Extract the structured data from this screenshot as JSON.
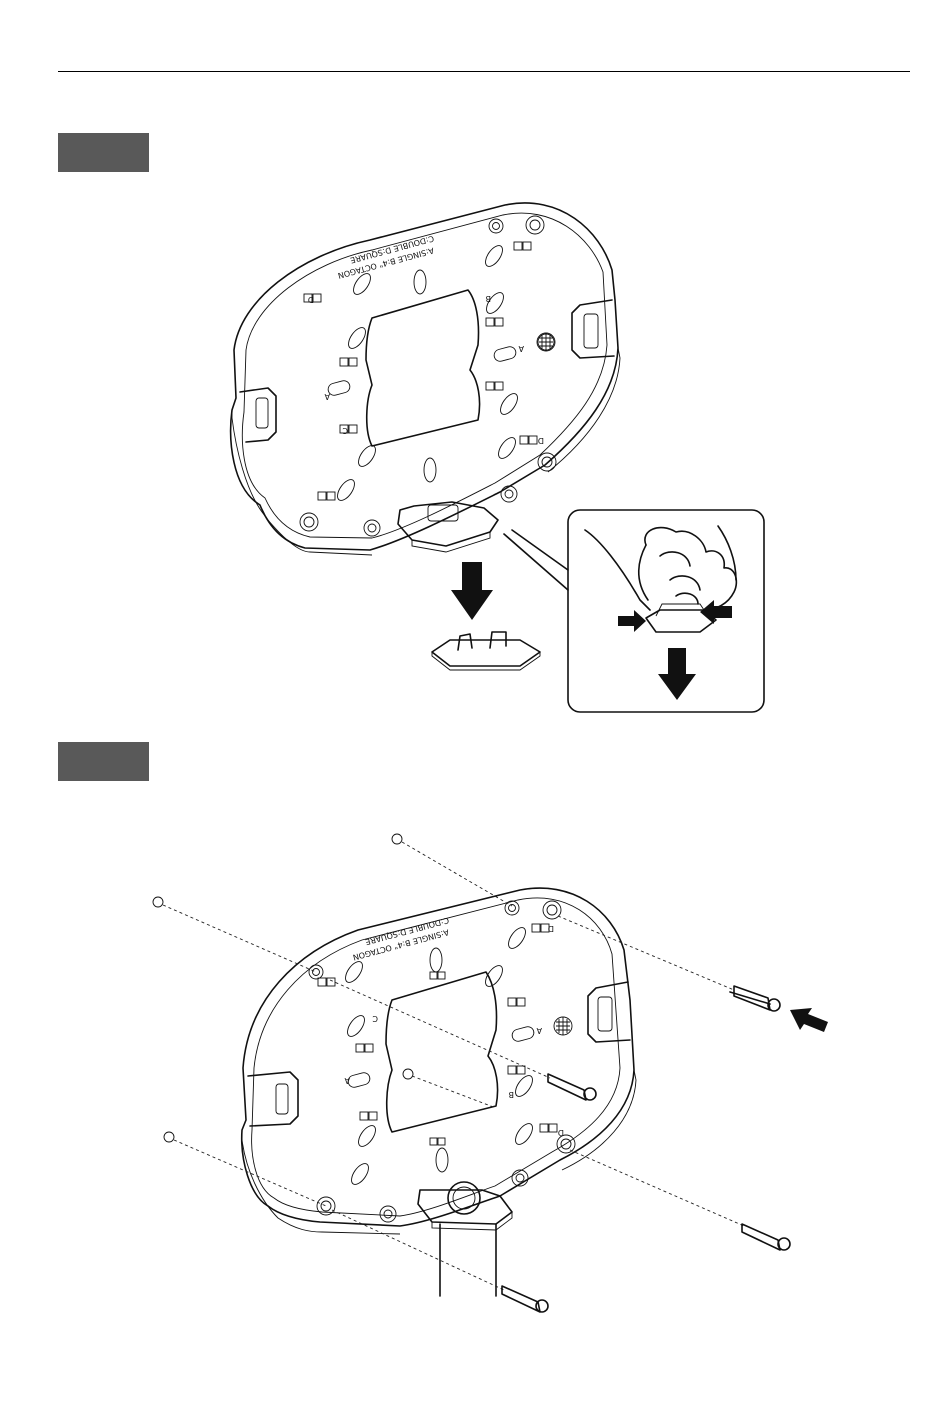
{
  "steps": [
    {
      "tab_color": "#595959"
    },
    {
      "tab_color": "#595959"
    }
  ],
  "plate_labels": {
    "line1": "A:SINGLE  B:4\" OCTAGON",
    "line2": "C:DOUBLE  D:SQUARE",
    "letters": [
      "A",
      "B",
      "C",
      "D"
    ]
  }
}
